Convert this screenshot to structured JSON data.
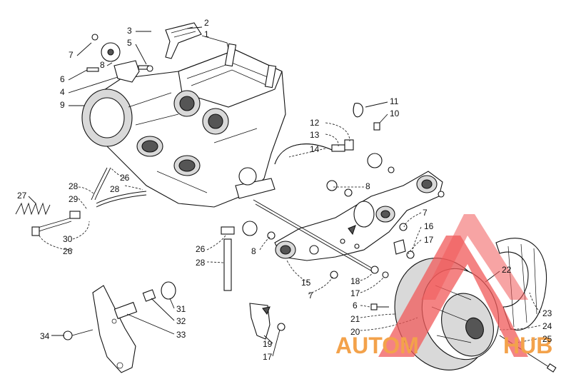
{
  "labels": [
    {
      "id": "2a",
      "text": "2"
    },
    {
      "id": "1",
      "text": "1"
    },
    {
      "id": "3",
      "text": "3"
    },
    {
      "id": "5",
      "text": "5"
    },
    {
      "id": "7a",
      "text": "7"
    },
    {
      "id": "8a",
      "text": "8"
    },
    {
      "id": "6a",
      "text": "6"
    },
    {
      "id": "4",
      "text": "4"
    },
    {
      "id": "9",
      "text": "9"
    },
    {
      "id": "11",
      "text": "11"
    },
    {
      "id": "10",
      "text": "10"
    },
    {
      "id": "12",
      "text": "12"
    },
    {
      "id": "13",
      "text": "13"
    },
    {
      "id": "14",
      "text": "14"
    },
    {
      "id": "8b",
      "text": "8"
    },
    {
      "id": "26a",
      "text": "26"
    },
    {
      "id": "28a",
      "text": "28"
    },
    {
      "id": "28b",
      "text": "28"
    },
    {
      "id": "29",
      "text": "29"
    },
    {
      "id": "27",
      "text": "27"
    },
    {
      "id": "30",
      "text": "30"
    },
    {
      "id": "26b",
      "text": "26"
    },
    {
      "id": "7b",
      "text": "7"
    },
    {
      "id": "16",
      "text": "16"
    },
    {
      "id": "17a",
      "text": "17"
    },
    {
      "id": "26c",
      "text": "26"
    },
    {
      "id": "28c",
      "text": "28"
    },
    {
      "id": "8c",
      "text": "8"
    },
    {
      "id": "15",
      "text": "15"
    },
    {
      "id": "7c",
      "text": "7"
    },
    {
      "id": "18",
      "text": "18"
    },
    {
      "id": "17b",
      "text": "17"
    },
    {
      "id": "6b",
      "text": "6"
    },
    {
      "id": "22",
      "text": "22"
    },
    {
      "id": "21",
      "text": "21"
    },
    {
      "id": "20",
      "text": "20"
    },
    {
      "id": "23",
      "text": "23"
    },
    {
      "id": "24",
      "text": "24"
    },
    {
      "id": "25",
      "text": "25"
    },
    {
      "id": "31",
      "text": "31"
    },
    {
      "id": "32",
      "text": "32"
    },
    {
      "id": "33",
      "text": "33"
    },
    {
      "id": "34",
      "text": "34"
    },
    {
      "id": "19",
      "text": "19"
    },
    {
      "id": "17c",
      "text": "17"
    }
  ],
  "watermark": {
    "text_left": "AUTOM",
    "text_right": "HUB",
    "color_red": "#f05a5a",
    "color_orange": "#f3a24b"
  }
}
